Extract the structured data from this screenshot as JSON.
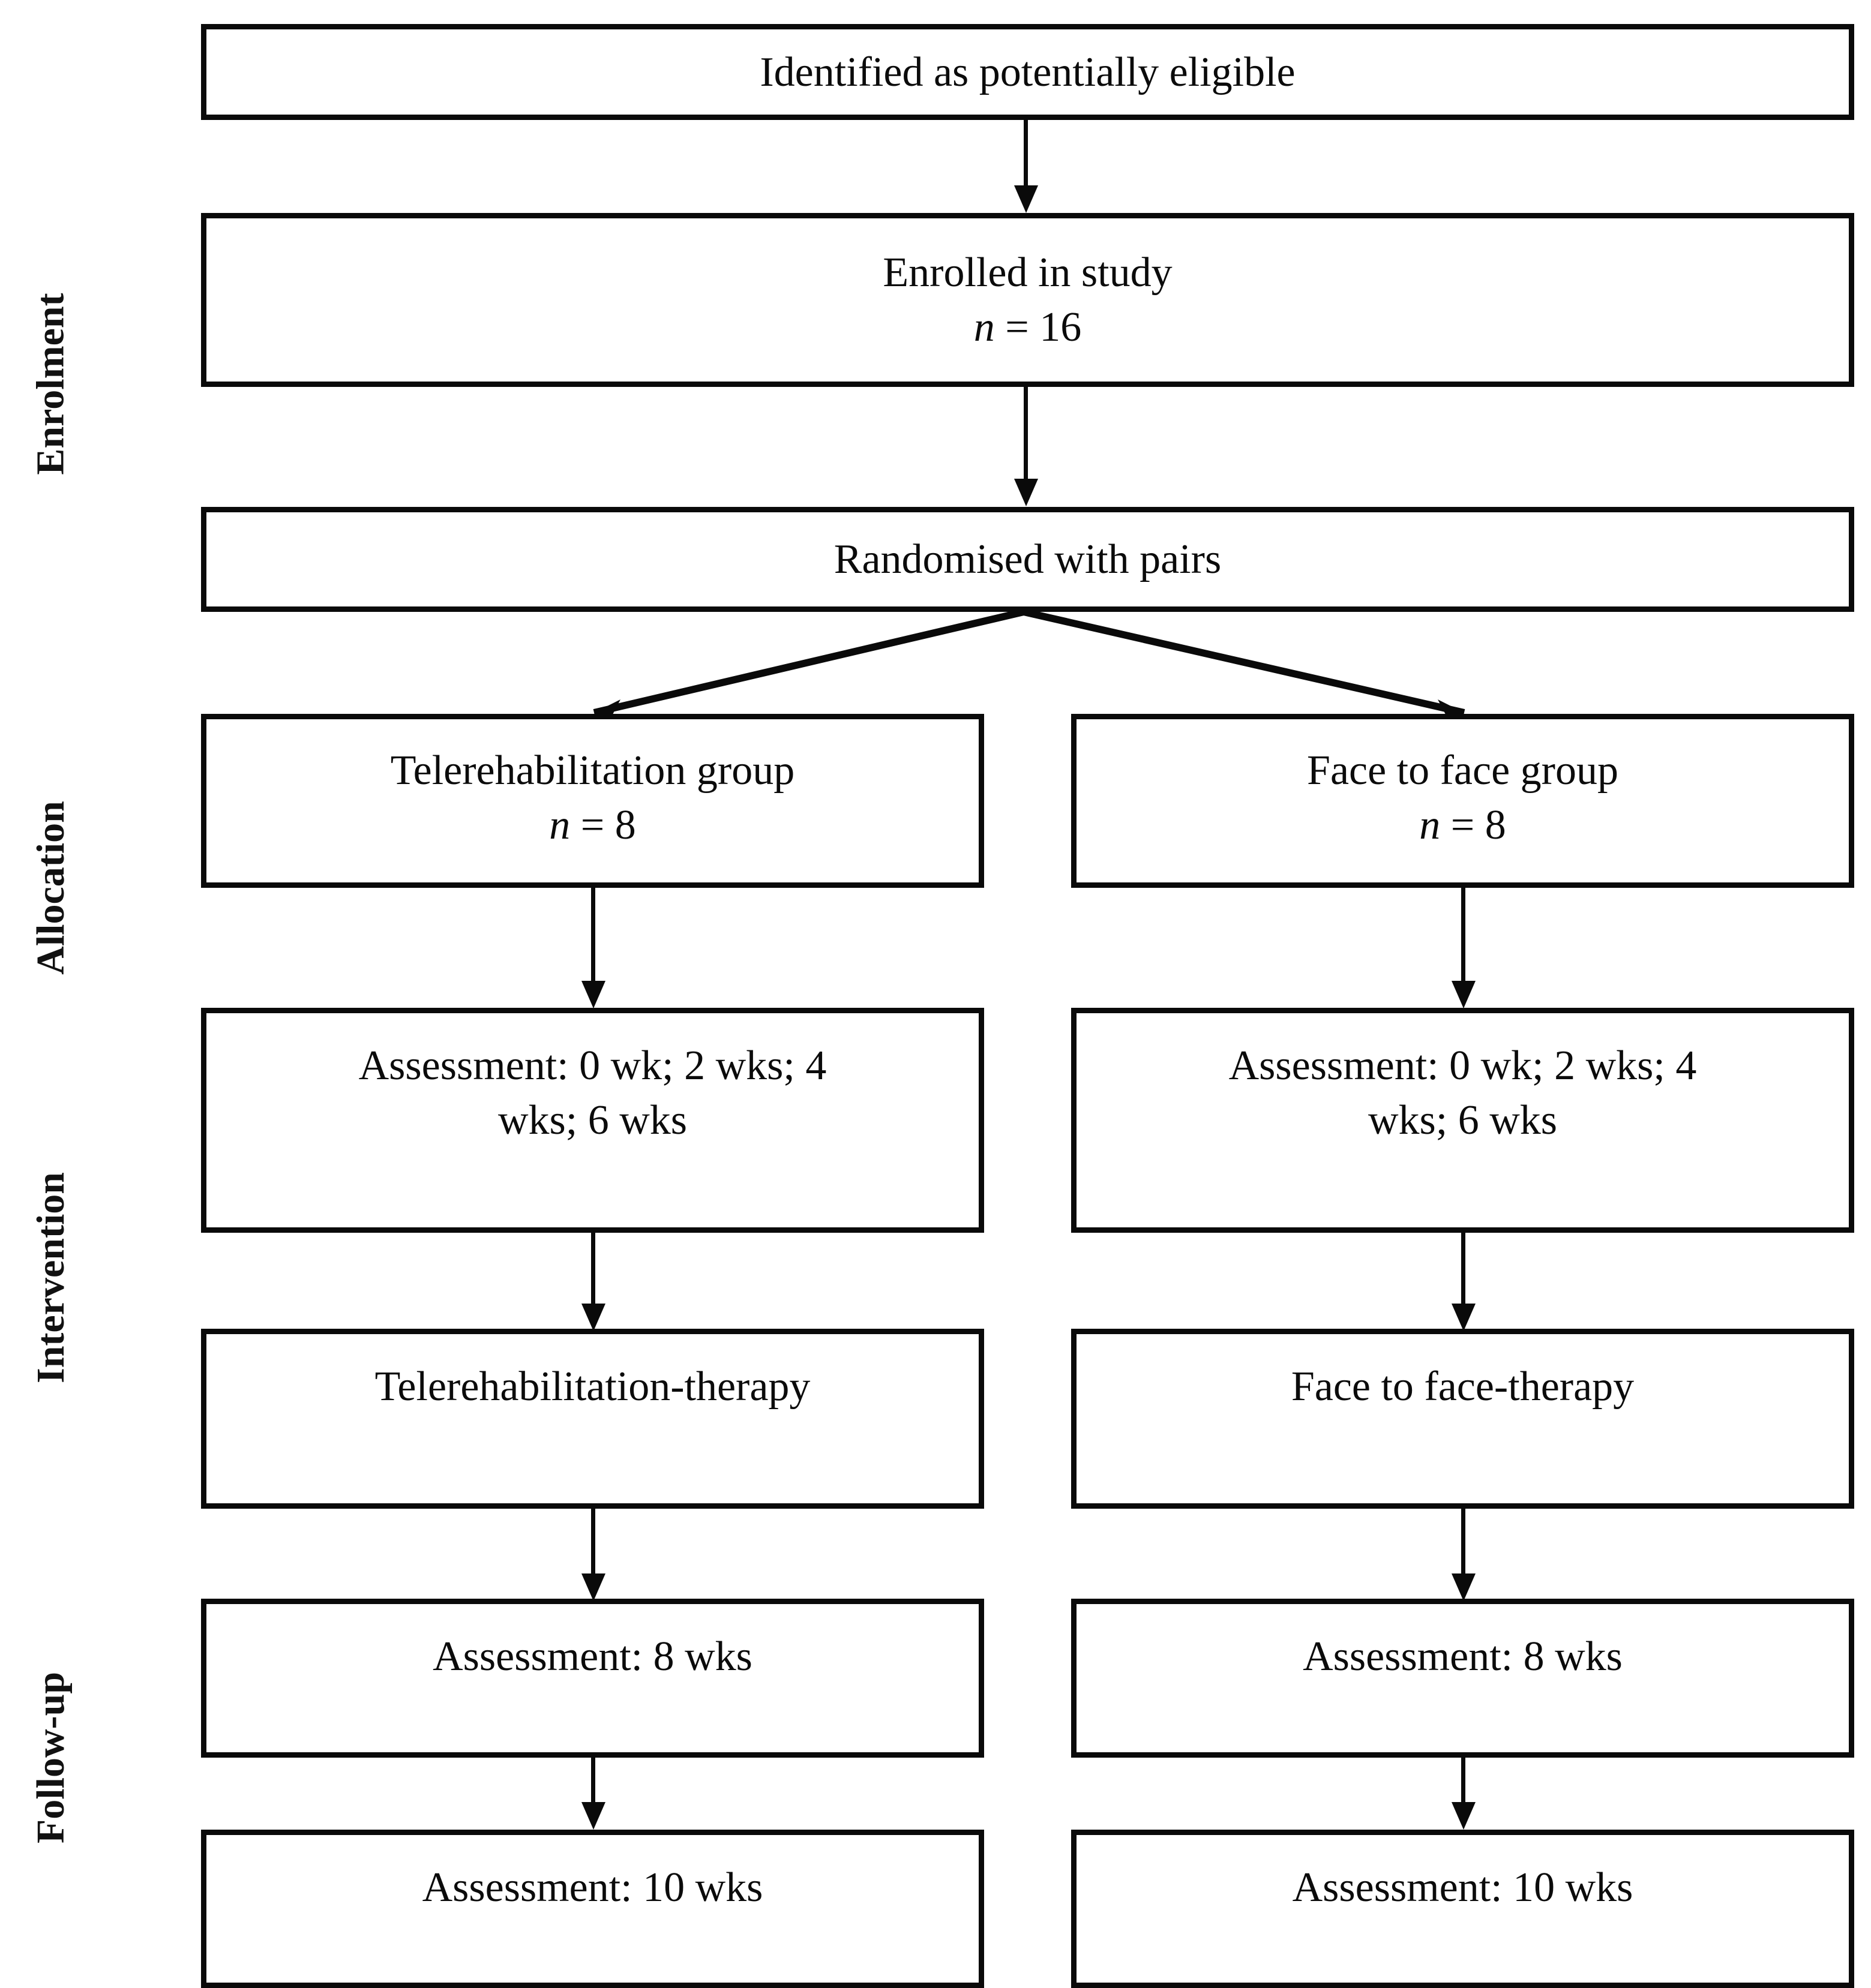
{
  "diagram": {
    "type": "consort-flow-diagram",
    "title": "CONSORT participant flow diagram",
    "colors": {
      "border": "#0a0a0a",
      "background": "#ffffff",
      "text": "#0b0b0b",
      "connector": "#0a0a0a"
    }
  },
  "stages": [
    {
      "id": "enrolment",
      "label": "Enrolment"
    },
    {
      "id": "allocation",
      "label": "Allocation"
    },
    {
      "id": "intervention",
      "label": "Intervention"
    },
    {
      "id": "followup",
      "label": "Follow-up"
    }
  ],
  "nodes": {
    "identified": {
      "line1": "Identified as potentially eligible"
    },
    "enrolled": {
      "line1": "Enrolled in study",
      "n_symbol": "n",
      "n_value": "= 16",
      "n_text": "n = 16"
    },
    "randomised": {
      "line1": "Randomised with pairs"
    },
    "tele_group": {
      "line1": "Telerehabilitation group",
      "n_symbol": "n",
      "n_value": "= 8",
      "n_text": "n = 8"
    },
    "f2f_group": {
      "line1": "Face to face group",
      "n_symbol": "n",
      "n_value": "= 8",
      "n_text": "n = 8"
    },
    "tele_assess_early": {
      "line1": "Assessment: 0 wk; 2 wks; 4",
      "line2": "wks; 6 wks"
    },
    "f2f_assess_early": {
      "line1": "Assessment: 0 wk; 2 wks; 4",
      "line2": "wks; 6 wks"
    },
    "tele_therapy": {
      "line1": "Telerehabilitation-therapy"
    },
    "f2f_therapy": {
      "line1": "Face to face-therapy"
    },
    "tele_assess_8": {
      "line1": "Assessment: 8 wks"
    },
    "f2f_assess_8": {
      "line1": "Assessment: 8 wks"
    },
    "tele_assess_10": {
      "line1": "Assessment: 10 wks"
    },
    "f2f_assess_10": {
      "line1": "Assessment: 10 wks"
    }
  },
  "flow": {
    "edges": [
      {
        "from": "identified",
        "to": "enrolled",
        "kind": "straight-down"
      },
      {
        "from": "enrolled",
        "to": "randomised",
        "kind": "straight-down"
      },
      {
        "from": "randomised",
        "to": "tele_group",
        "kind": "diagonal-left"
      },
      {
        "from": "randomised",
        "to": "f2f_group",
        "kind": "diagonal-right"
      },
      {
        "from": "tele_group",
        "to": "tele_assess_early",
        "kind": "straight-down"
      },
      {
        "from": "f2f_group",
        "to": "f2f_assess_early",
        "kind": "straight-down"
      },
      {
        "from": "tele_assess_early",
        "to": "tele_therapy",
        "kind": "straight-down"
      },
      {
        "from": "f2f_assess_early",
        "to": "f2f_therapy",
        "kind": "straight-down"
      },
      {
        "from": "tele_therapy",
        "to": "tele_assess_8",
        "kind": "straight-down"
      },
      {
        "from": "f2f_therapy",
        "to": "f2f_assess_8",
        "kind": "straight-down"
      },
      {
        "from": "tele_assess_8",
        "to": "tele_assess_10",
        "kind": "straight-down"
      },
      {
        "from": "f2f_assess_8",
        "to": "f2f_assess_10",
        "kind": "straight-down"
      }
    ]
  }
}
